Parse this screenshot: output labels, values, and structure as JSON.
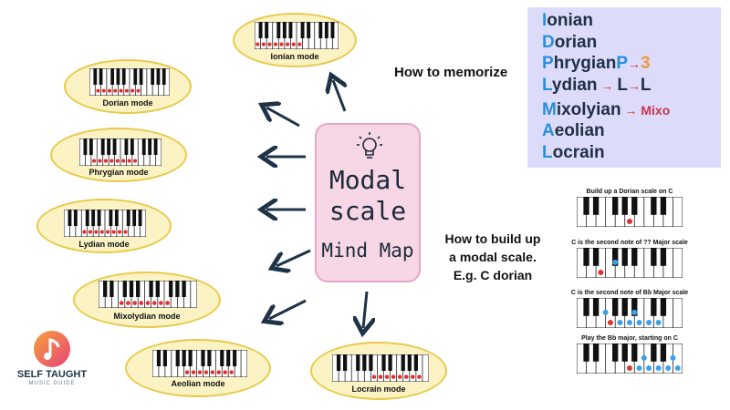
{
  "modes": [
    {
      "id": "ionian",
      "label": "Ionian mode"
    },
    {
      "id": "dorian",
      "label": "Dorian mode"
    },
    {
      "id": "phrygian",
      "label": "Phrygian mode"
    },
    {
      "id": "lydian",
      "label": "Lydian mode"
    },
    {
      "id": "mixolydian",
      "label": "Mixolydian mode"
    },
    {
      "id": "aeolian",
      "label": "Aeolian mode"
    },
    {
      "id": "locrian",
      "label": "Locrain mode"
    }
  ],
  "center": {
    "line1": "Modal",
    "line2": "scale",
    "line3": "Mind Map",
    "icon": "lightbulb-icon"
  },
  "memorize": {
    "label": "How to memorize",
    "rows": [
      {
        "first": "I",
        "rest": "onian"
      },
      {
        "first": "D",
        "rest": "orian"
      },
      {
        "first": "P",
        "rest": "hrygian",
        "hint_from": "P",
        "hint_to": "3"
      },
      {
        "first": "L",
        "rest": "ydian",
        "hint_from": "L",
        "hint_to": "L"
      },
      {
        "first": "M",
        "rest": "ixolyian",
        "hint_to": "Mixo"
      },
      {
        "first": "A",
        "rest": "eolian"
      },
      {
        "first": "L",
        "rest": "ocrain"
      }
    ]
  },
  "build": {
    "line1": "How to build up",
    "line2": "a modal scale.",
    "line3": "E.g. C dorian",
    "steps": [
      {
        "caption": "Build up a Dorian scale on C"
      },
      {
        "caption": "C is the second note of ?? Major scale"
      },
      {
        "caption": "C is the second note of Bb Major scale"
      },
      {
        "caption": "Play the Bb major, starting on C"
      }
    ]
  },
  "logo": {
    "line1": "SELF TAUGHT",
    "line2": "MUSIC GUIDE",
    "icon": "music-note-logo-icon"
  },
  "colors": {
    "oval_fill": "#fcf3c4",
    "oval_border": "#e8c94a",
    "center_fill": "#f7d6e6",
    "memorize_bg": "#dcdcfa",
    "red_dot": "#e03030",
    "blue_dot": "#3aa0e8",
    "arrow": "#1e3348"
  }
}
